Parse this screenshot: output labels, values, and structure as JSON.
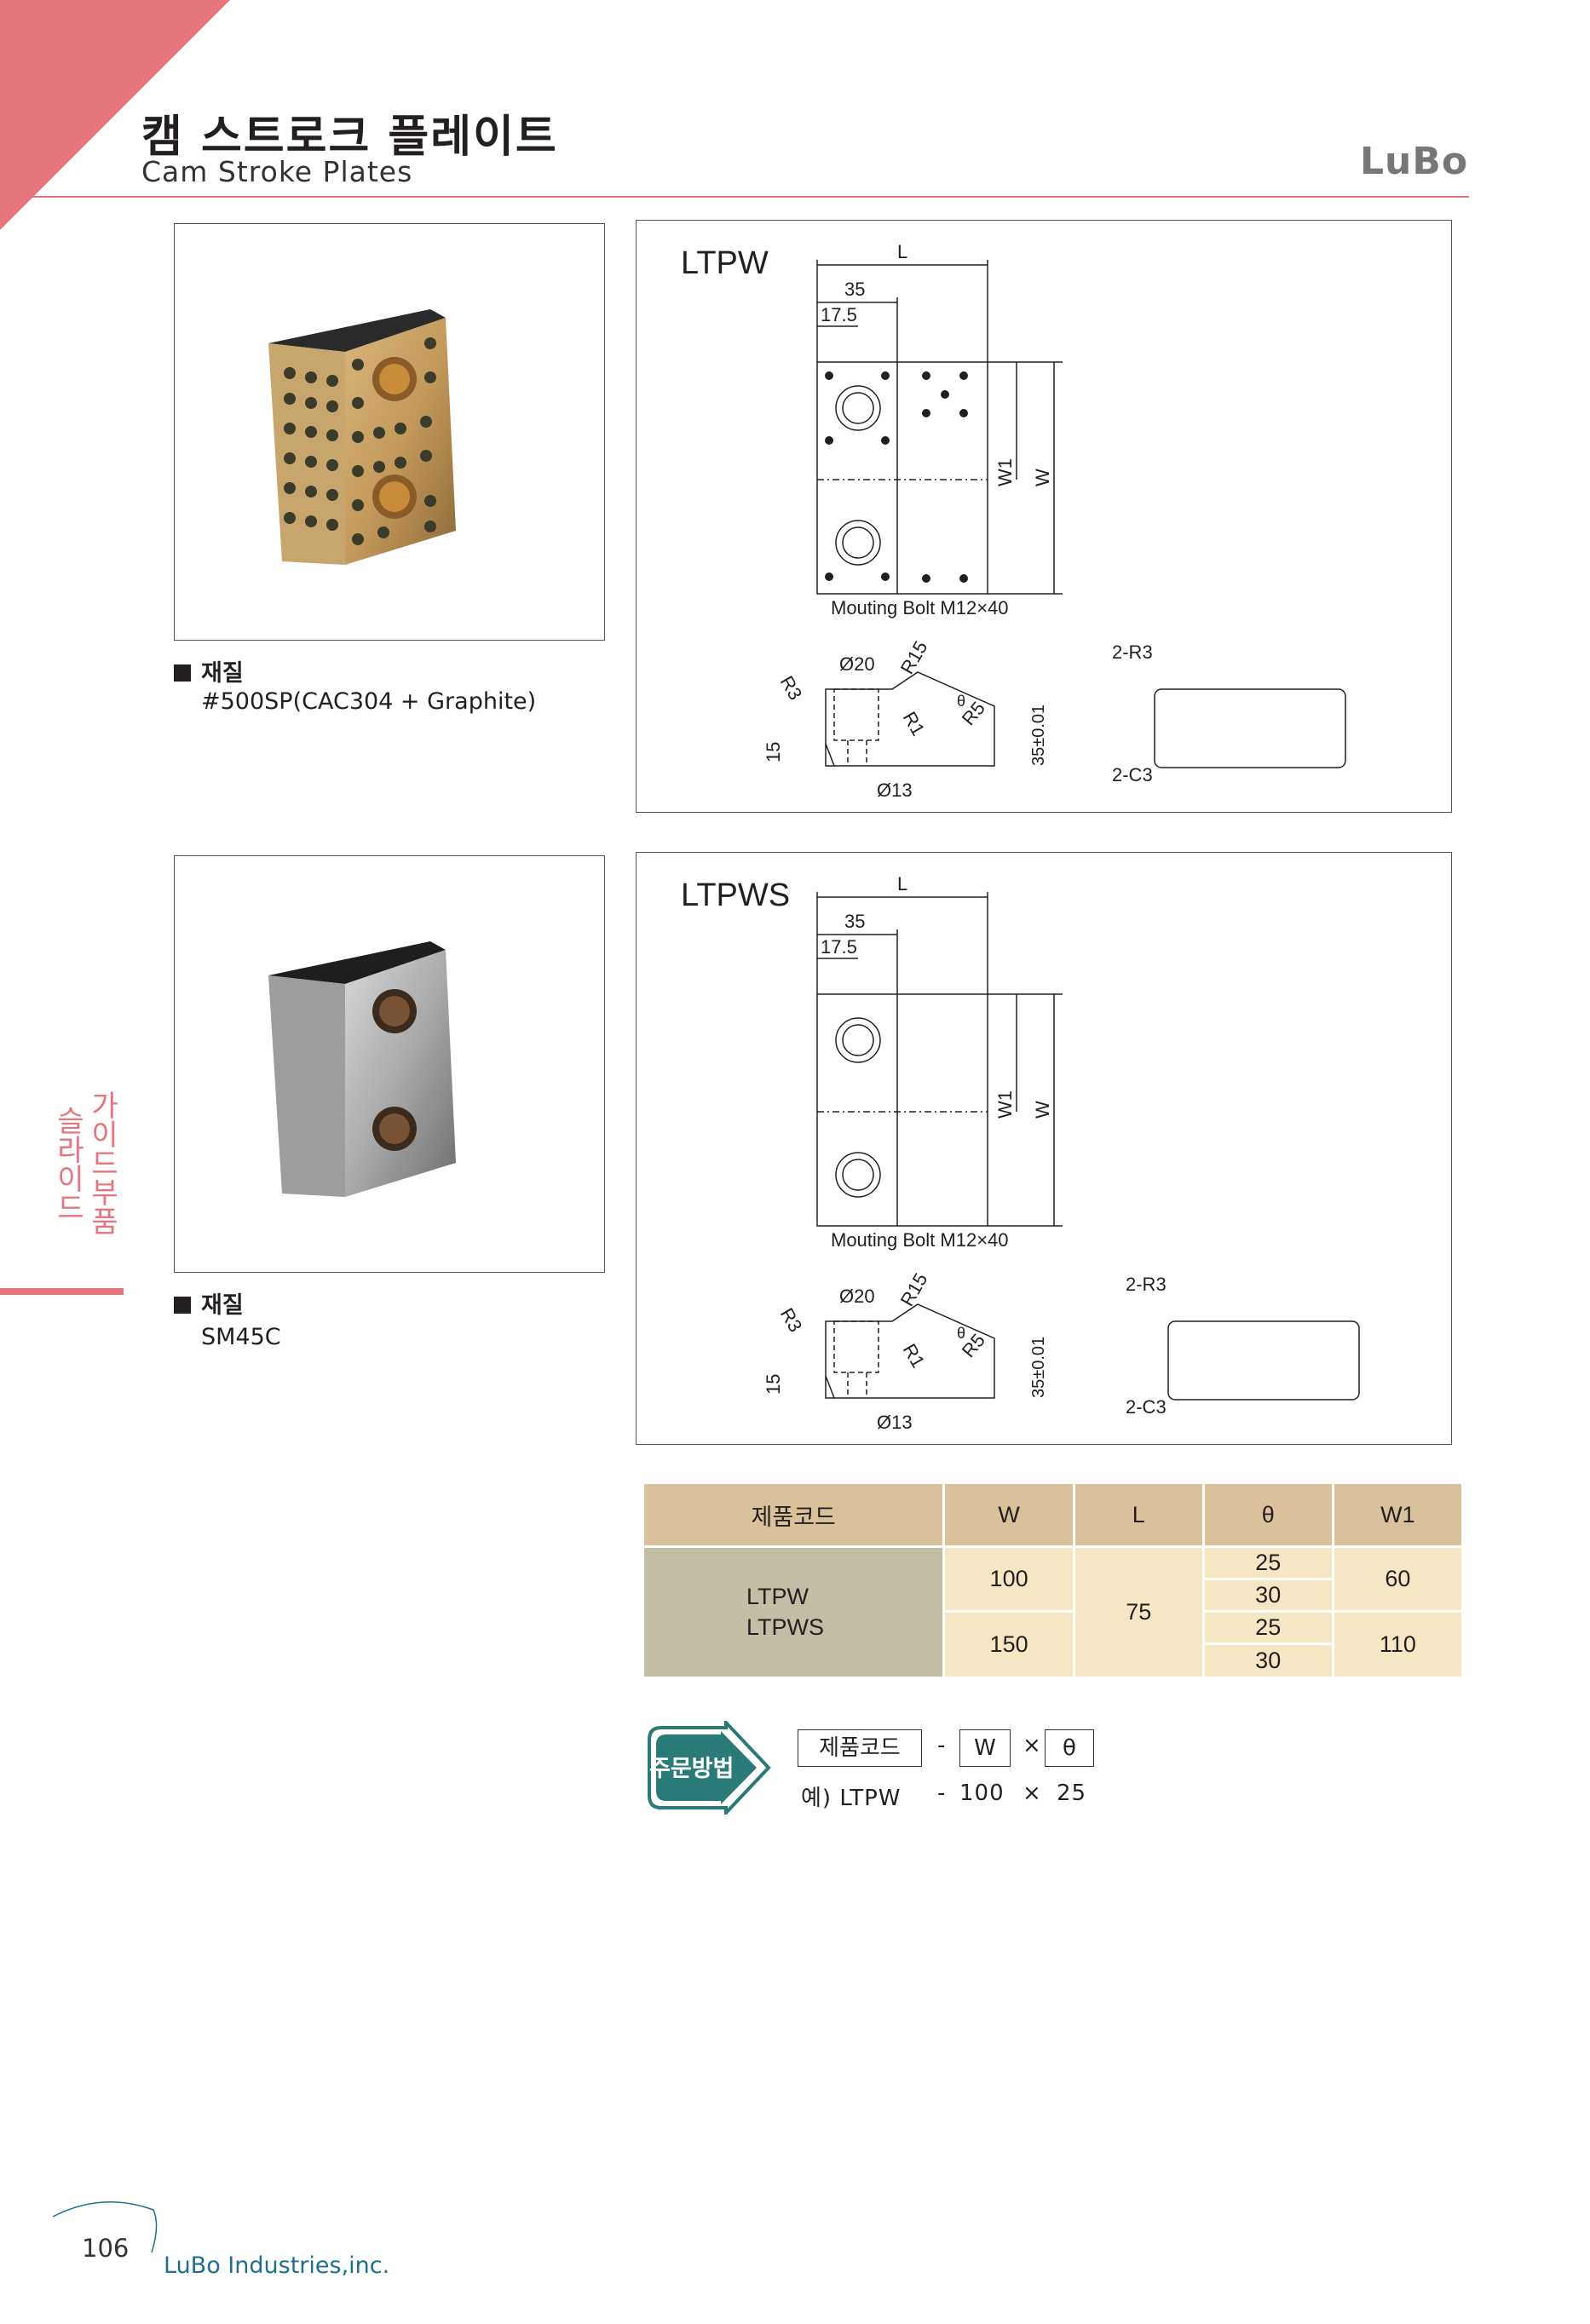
{
  "header": {
    "title_ko": "캠 스트로크 플레이트",
    "title_en": "Cam Stroke Plates",
    "brand": "LuBo"
  },
  "sidebar": {
    "category": "가이드부품",
    "subcategory": "슬라이드"
  },
  "products": [
    {
      "model": "LTPW",
      "material_label": "재질",
      "material": "#500SP(CAC304 + Graphite)",
      "drawing": {
        "dim_L": "L",
        "dim_35": "35",
        "dim_175": "17.5",
        "dim_W1": "W1",
        "dim_W": "W",
        "bolt": "Mouting Bolt M12×40",
        "dia20": "Ø20",
        "dia13": "Ø13",
        "r3": "R3",
        "r15": "R15",
        "r1": "R1",
        "r5": "R5",
        "h15": "15",
        "h35": "35±0.01",
        "theta": "θ",
        "r3_2": "2-R3",
        "c3_2": "2-C3"
      }
    },
    {
      "model": "LTPWS",
      "material_label": "재질",
      "material": "SM45C",
      "drawing": {
        "dim_L": "L",
        "dim_35": "35",
        "dim_175": "17.5",
        "dim_W1": "W1",
        "dim_W": "W",
        "bolt": "Mouting Bolt M12×40",
        "dia20": "Ø20",
        "dia13": "Ø13",
        "r3": "R3",
        "r15": "R15",
        "r1": "R1",
        "r5": "R5",
        "h15": "15",
        "h35": "35±0.01",
        "theta": "θ",
        "r3_2": "2-R3",
        "c3_2": "2-C3"
      }
    }
  ],
  "spec_table": {
    "headers": [
      "제품코드",
      "W",
      "L",
      "θ",
      "W1"
    ],
    "codes": [
      "LTPW",
      "LTPWS"
    ],
    "W": [
      "100",
      "150"
    ],
    "L": "75",
    "theta": [
      "25",
      "30",
      "25",
      "30"
    ],
    "W1": [
      "60",
      "110"
    ]
  },
  "order": {
    "label": "주문방법",
    "fields": [
      "제품코드",
      "W",
      "θ"
    ],
    "sep1": "-",
    "sep2": "×",
    "example_prefix": "예) LTPW",
    "example_w": "100",
    "example_theta": "25"
  },
  "footer": {
    "page": "106",
    "company": "LuBo Industries,inc."
  },
  "colors": {
    "accent": "#e7757e",
    "table_header": "#d9c19a",
    "table_code": "#c2bda5",
    "table_cell": "#f5e6c4",
    "order_badge": "#2a7a78"
  }
}
